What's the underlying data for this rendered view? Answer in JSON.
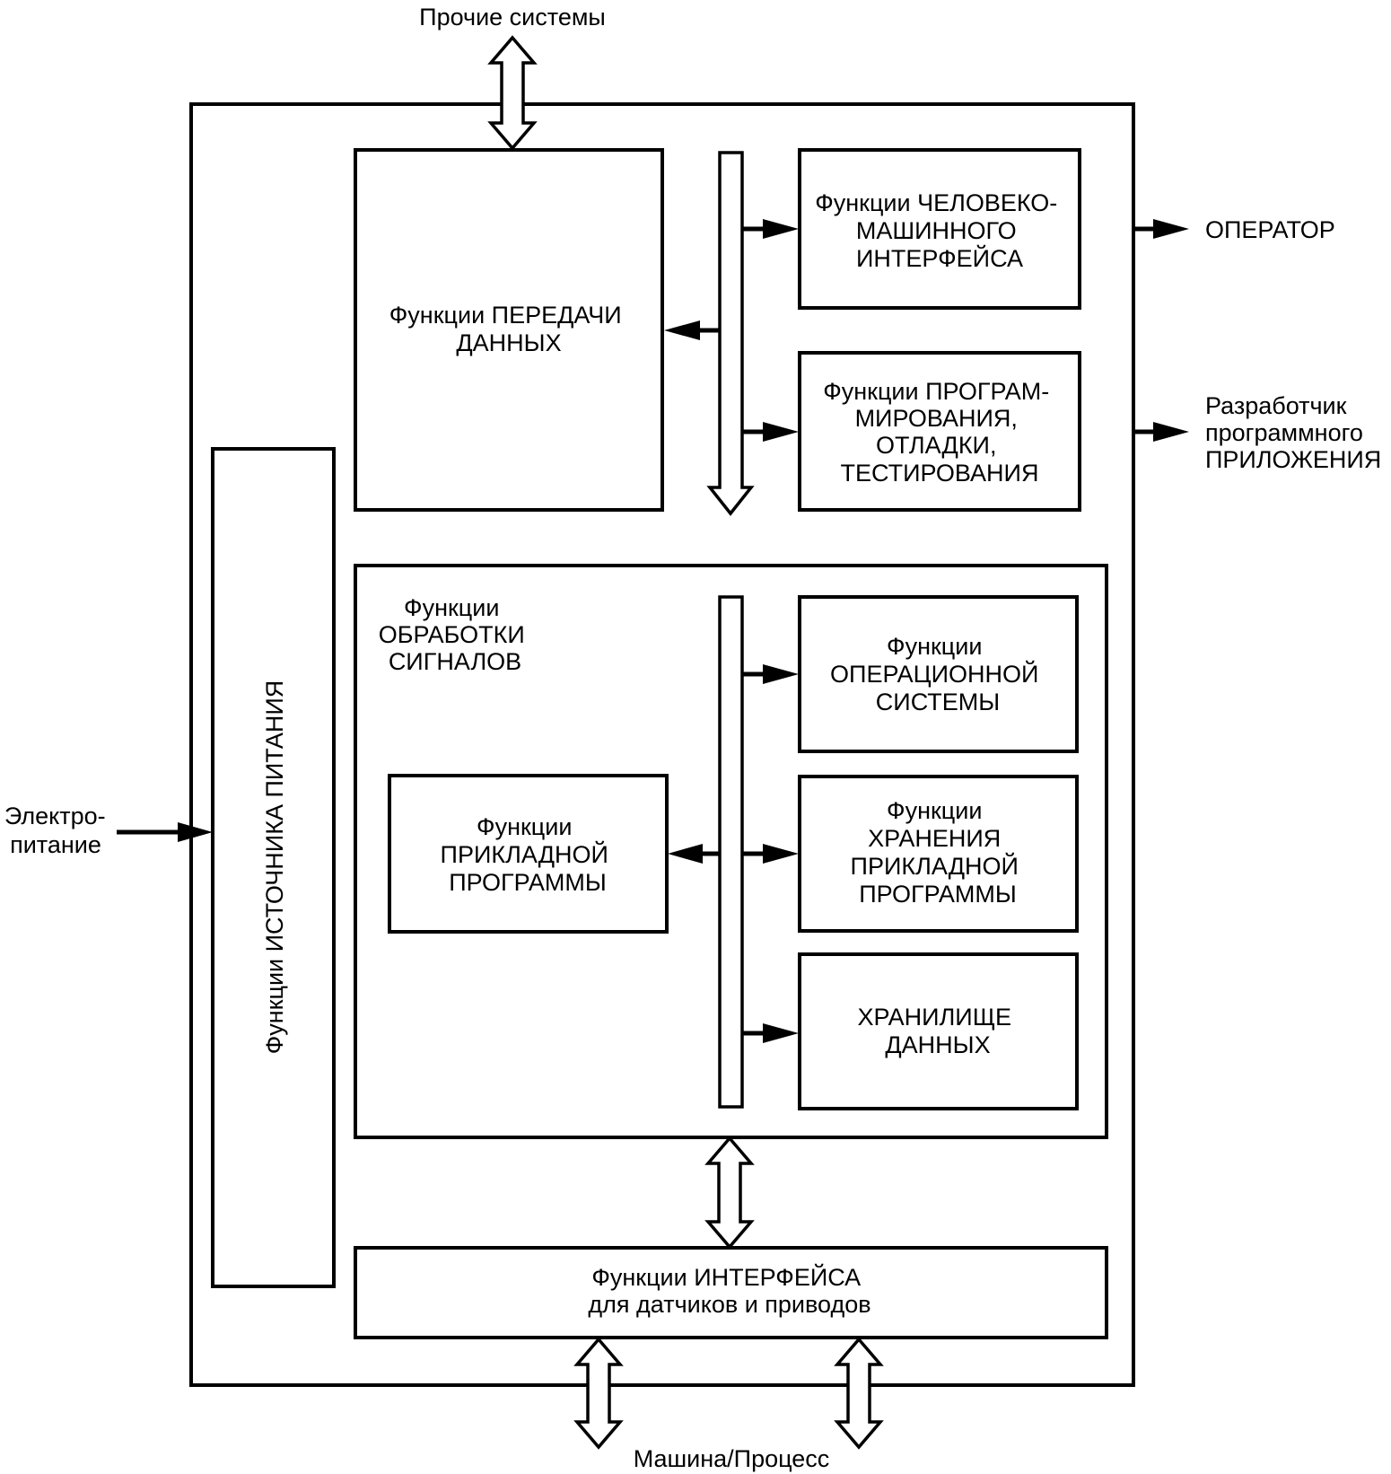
{
  "diagram": {
    "external": {
      "other_systems": "Прочие системы",
      "operator": "ОПЕРАТОР",
      "developer": [
        "Разработчик",
        "программного",
        "ПРИЛОЖЕНИЯ"
      ],
      "power_input": [
        "Электро-",
        "питание"
      ],
      "machine_process": "Машина/Процесс"
    },
    "blocks": {
      "data_transfer": [
        "Функции ПЕРЕДАЧИ",
        "ДАННЫХ"
      ],
      "hmi": [
        "Функции ЧЕЛОВЕКО-",
        "МАШИННОГО",
        "ИНТЕРФЕЙСА"
      ],
      "programming": [
        "Функции ПРОГРАМ-",
        "МИРОВАНИЯ,",
        "ОТЛАДКИ,",
        "ТЕСТИРОВАНИЯ"
      ],
      "power_supply": "Функции ИСТОЧНИКА ПИТАНИЯ",
      "signal_processing": [
        "Функции",
        "ОБРАБОТКИ",
        "СИГНАЛОВ"
      ],
      "application": [
        "Функции",
        "ПРИКЛАДНОЙ",
        "ПРОГРАММЫ"
      ],
      "operating_system": [
        "Функции",
        "ОПЕРАЦИОННОЙ",
        "СИСТЕМЫ"
      ],
      "app_storage": [
        "Функции",
        "ХРАНЕНИЯ",
        "ПРИКЛАДНОЙ",
        "ПРОГРАММЫ"
      ],
      "data_storage": [
        "ХРАНИЛИЩЕ",
        "ДАННЫХ"
      ],
      "sensor_interface": [
        "Функции ИНТЕРФЕЙСА",
        "для датчиков и приводов"
      ]
    },
    "colors": {
      "stroke": "#000000",
      "background": "#ffffff"
    }
  }
}
